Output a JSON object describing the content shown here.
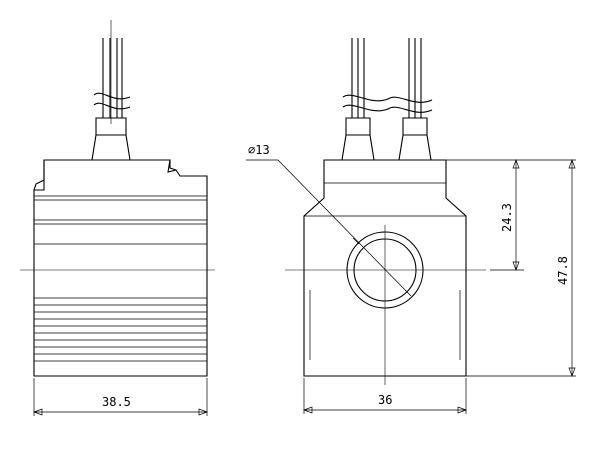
{
  "dimensions": {
    "side_width": "38.5",
    "front_width": "36",
    "hole_diameter": "∅13",
    "hole_center_height": "24.3",
    "overall_height": "47.8"
  }
}
